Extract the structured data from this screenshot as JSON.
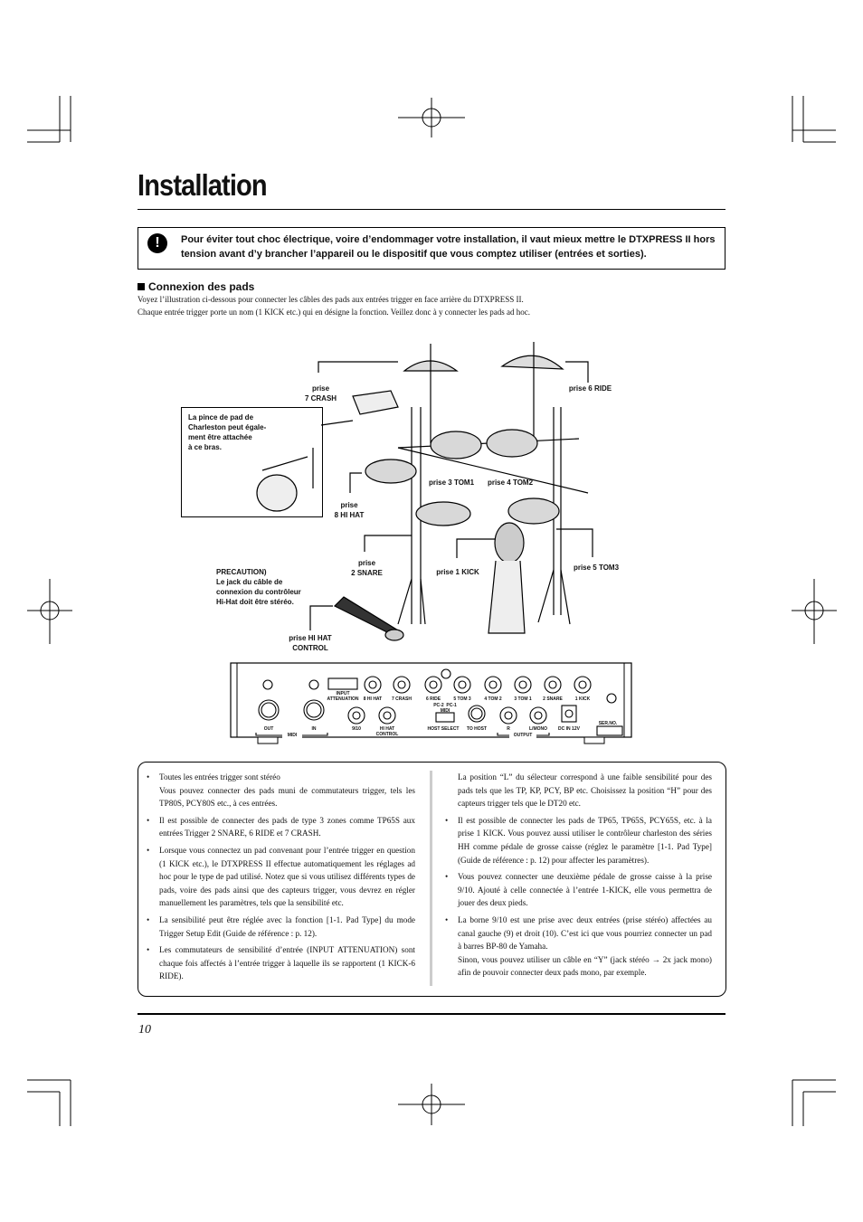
{
  "title": "Installation",
  "warning": {
    "icon": "exclamation-icon",
    "text": "Pour éviter tout choc électrique, voire d’endommager votre installation, il vaut mieux mettre le DTXPRESS II hors tension avant d’y brancher l’appareil ou le dispositif que vous comptez utiliser (entrées et sorties)."
  },
  "section": {
    "heading": "Connexion des pads",
    "intro_line1": "Voyez l’illustration ci-dessous pour connecter les câbles des pads aux entrées trigger en face arrière du DTXPRESS II.",
    "intro_line2": "Chaque entrée trigger porte un nom (1 KICK etc.) qui en désigne la fonction. Veillez donc à y connecter les pads ad hoc."
  },
  "diagram": {
    "labels": {
      "crash": "prise\n7 CRASH",
      "ride": "prise 6 RIDE",
      "tom1": "prise 3 TOM1",
      "tom2": "prise 4 TOM2",
      "hihat": "prise\n8 HI HAT",
      "snare": "prise\n2 SNARE",
      "kick": "prise 1 KICK",
      "tom3": "prise 5 TOM3",
      "hihat_control": "prise HI HAT\nCONTROL",
      "precaution": "PRECAUTION)\nLe jack du câble de\nconnexion du contrôleur\nHi-Hat doit être stéréo.",
      "callout": "La pince de pad de\nCharleston peut égale-\nment être attachée\nà ce bras."
    },
    "panel": {
      "trigger_jacks": [
        "8 HI HAT",
        "7 CRASH",
        "6 RIDE",
        "5 TOM 3",
        "4 TOM 2",
        "3 TOM 1",
        "2 SNARE",
        "1 KICK"
      ],
      "attenuation": "INPUT\nATTENUATION",
      "midi_out": "OUT",
      "midi_in": "IN",
      "midi": "MIDI",
      "jack_910": "9/10",
      "hihat_ctrl": "HI HAT\nCONTROL",
      "host_switch": "PC-2  PC-1\nMIDI",
      "host_select": "HOST SELECT",
      "to_host": "TO HOST",
      "out_r": "R",
      "out_l": "L/MONO",
      "output": "OUTPUT",
      "dc_in": "DC IN 12V",
      "ser_no": "SER.NO."
    }
  },
  "notes_left": [
    {
      "text": "Toutes les entrées trigger sont stéréo",
      "extra": "Vous pouvez connecter des pads muni de commutateurs trigger, tels les TP80S, PCY80S etc., à ces entrées."
    },
    {
      "text": "Il est possible de connecter des pads de type 3 zones comme TP65S aux entrées Trigger 2 SNARE, 6 RIDE et 7 CRASH.",
      "extra": ""
    },
    {
      "text": "Lorsque vous connectez un pad convenant pour l’entrée trigger en question (1 KICK etc.), le DTXPRESS II effectue automatiquement les réglages ad hoc pour le type de pad utilisé. Notez que si vous utilisez différents types de pads, voire des pads ainsi que des capteurs trigger, vous devrez en régler manuellement les paramètres, tels que la sensibilité etc.",
      "extra": ""
    },
    {
      "text": "La sensibilité peut être réglée avec la fonction [1-1. Pad Type] du mode Trigger Setup Edit (Guide de référence : p. 12).",
      "extra": ""
    },
    {
      "text": "Les commutateurs de sensibilité d’entrée (INPUT ATTENUATION) sont chaque fois affectés à l’entrée trigger à laquelle ils se rapportent (1 KICK-6 RIDE).",
      "extra": ""
    }
  ],
  "notes_right_intro": "La position “L” du sélecteur correspond à une faible sensibilité pour des pads tels que les TP, KP, PCY, BP etc. Choisissez la position “H” pour des capteurs trigger tels que le DT20 etc.",
  "notes_right": [
    {
      "text": "Il est possible de connecter les pads de TP65, TP65S, PCY65S, etc. à la prise 1 KICK. Vous pouvez aussi utiliser le contrôleur charleston des séries HH comme pédale de grosse caisse (réglez le paramètre [1-1. Pad Type] (Guide de référence : p. 12) pour affecter les paramètres).",
      "extra": ""
    },
    {
      "text": "Vous pouvez connecter une deuxième pédale de grosse caisse à la prise 9/10. Ajouté à celle connectée à l’entrée 1-KICK, elle vous permettra de jouer des deux pieds.",
      "extra": ""
    },
    {
      "text": "La borne 9/10 est une prise avec deux entrées (prise stéréo) affectées au canal gauche (9) et droit (10). C’est ici que vous pourriez connecter un pad à barres BP-80 de Yamaha.",
      "extra": "Sinon, vous pouvez utiliser un câble en “Y” (jack stéréo → 2x jack mono) afin de pouvoir connecter deux pads mono, par exemple."
    }
  ],
  "page_number": "10"
}
